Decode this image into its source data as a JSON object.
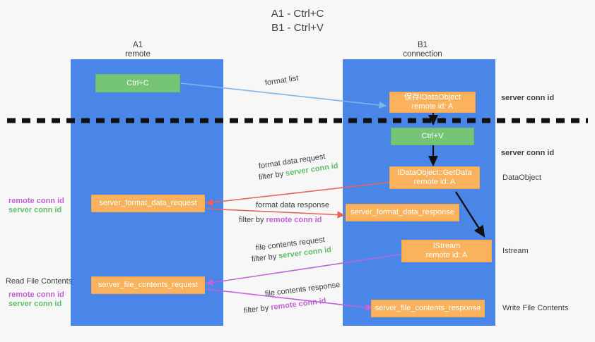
{
  "title": {
    "line1": "A1 - Ctrl+C",
    "line2": "B1 - Ctrl+V"
  },
  "colors": {
    "lane": "#4a86e8",
    "green_box": "#76c576",
    "orange_box": "#fbb25c",
    "server_conn_text": "#5fbf6a",
    "remote_conn_text": "#c162d8",
    "arrow_blue": "#7fb5e8",
    "arrow_red": "#e8645a",
    "arrow_purple": "#c162d8",
    "arrow_black": "#111111",
    "background": "#f7f7f7",
    "text": "#3c4043"
  },
  "lanes": [
    {
      "name": "A1",
      "sub": "remote"
    },
    {
      "name": "B1",
      "sub": "connection"
    }
  ],
  "nodes": {
    "ctrl_c": {
      "line1": "Ctrl+C",
      "line2": "",
      "kind": "green"
    },
    "idataobject": {
      "line1": "保存IDataObject",
      "line2": "remote id: A",
      "kind": "orange"
    },
    "ctrl_v": {
      "line1": "Ctrl+V",
      "line2": "",
      "kind": "green"
    },
    "getdata": {
      "line1": "IDataObject::GetData",
      "line2": "remote id: A",
      "kind": "orange"
    },
    "format_data_request": {
      "line1": "server_format_data_request",
      "line2": "",
      "kind": "orange"
    },
    "format_data_response": {
      "line1": "server_format_data_response",
      "line2": "",
      "kind": "orange"
    },
    "istream": {
      "line1": "IStream",
      "line2": "remote id: A",
      "kind": "orange"
    },
    "file_contents_request": {
      "line1": "server_file_contents_request",
      "line2": "",
      "kind": "orange"
    },
    "file_contents_response": {
      "line1": "server_file_contents_response",
      "line2": "",
      "kind": "orange"
    }
  },
  "edge_labels": {
    "format_list": "format list",
    "format_data_request": "format data request",
    "format_data_request_filter_prefix": "filter by ",
    "format_data_request_filter_key": "server conn id",
    "format_data_response": "format data response",
    "format_data_response_filter_prefix": "filter by ",
    "format_data_response_filter_key": "remote conn id",
    "file_contents_request": "file contents request",
    "file_contents_request_filter_prefix": "filter by ",
    "file_contents_request_filter_key": "server conn id",
    "file_contents_response": "file contents response",
    "file_contents_response_filter_prefix": "filter by ",
    "file_contents_response_filter_key": "remote conn id"
  },
  "right_annotations": [
    {
      "text": "server conn id",
      "style": "green"
    },
    {
      "text": "server conn id",
      "style": "green"
    },
    {
      "text": "DataObject",
      "style": "plain"
    },
    {
      "text": "Istream",
      "style": "plain"
    },
    {
      "text": "Write File Contents",
      "style": "plain"
    }
  ],
  "left_annotations": {
    "group1": {
      "remote": "remote conn id",
      "server": "server conn id"
    },
    "read_file_contents": "Read File Contents",
    "group2": {
      "remote": "remote conn id",
      "server": "server conn id"
    }
  }
}
